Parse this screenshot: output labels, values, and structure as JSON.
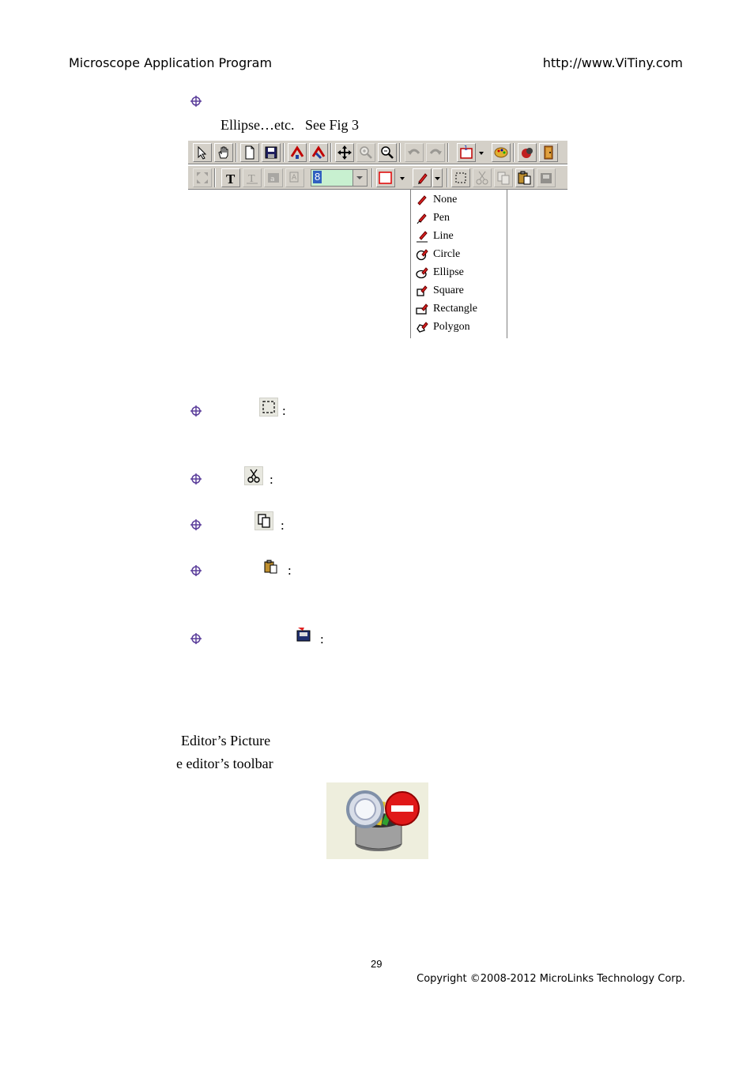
{
  "header": {
    "left": "Microscope Application Program",
    "right": "http://www.ViTiny.com"
  },
  "intro_text": "Ellipse…etc.   See Fig 3",
  "draw_menu": {
    "items": [
      "None",
      "Pen",
      "Line",
      "Circle",
      "Ellipse",
      "Square",
      "Rectangle",
      "Polygon"
    ]
  },
  "combo": {
    "value": "8"
  },
  "bullets": [
    {
      "icon": "select-rect-icon",
      "colon": ":"
    },
    {
      "icon": "cut-icon",
      "colon": ":"
    },
    {
      "icon": "copy-icon",
      "colon": ":"
    },
    {
      "icon": "paste-icon",
      "colon": ":"
    },
    {
      "icon": "paste-new-icon",
      "colon": ":"
    }
  ],
  "text_lines": {
    "line1": "Editor’s Picture",
    "line2": "e editor’s toolbar"
  },
  "footer": {
    "page": "29",
    "copyright": "Copyright ©2008-2012 MicroLinks Technology Corp."
  }
}
